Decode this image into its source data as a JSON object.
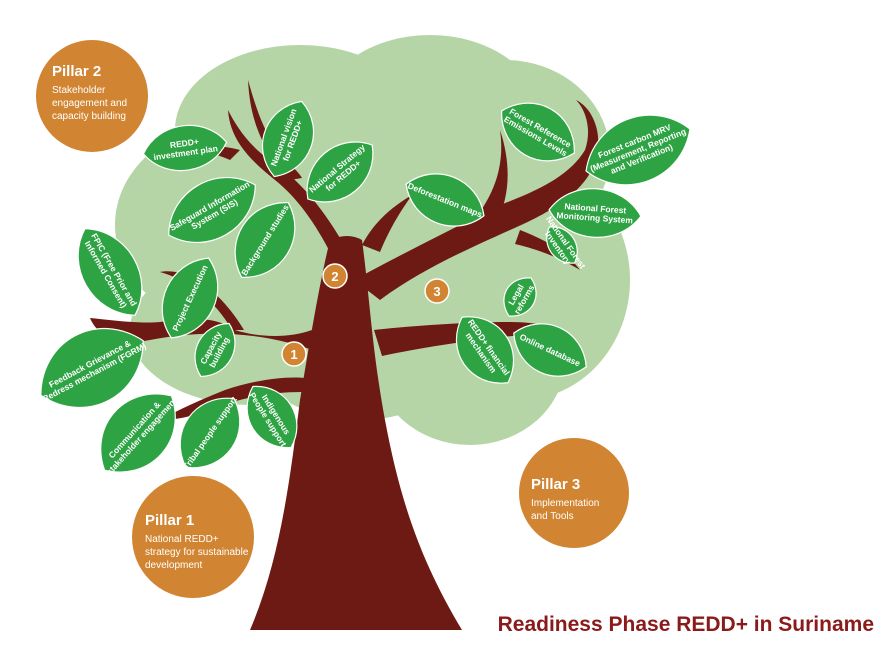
{
  "title": "Readiness Phase REDD+ in Suriname",
  "colors": {
    "crown": "#b5d5a6",
    "trunk": "#6e1a14",
    "leaf": "#2ea343",
    "leaf_edge": "#ffffff",
    "pillar": "#d18532",
    "title": "#8b1a1a"
  },
  "pillars": [
    {
      "title": "Pillar 2",
      "lines": [
        "Stakeholder",
        "engagement and",
        "capacity building"
      ]
    },
    {
      "title": "Pillar  1",
      "lines": [
        "National REDD+",
        "strategy for sustainable",
        "development"
      ]
    },
    {
      "title": "Pillar 3",
      "lines": [
        "Implementation",
        "and Tools"
      ]
    }
  ],
  "numbers": [
    "1",
    "2",
    "3"
  ],
  "leaves": [
    {
      "lines": [
        "REDD+",
        "investment plan"
      ]
    },
    {
      "lines": [
        "National vision",
        "for REDD+"
      ]
    },
    {
      "lines": [
        "National Strategy",
        "for REDD+"
      ]
    },
    {
      "lines": [
        "Safeguard Information",
        "System (SIS)"
      ]
    },
    {
      "lines": [
        "Background studies"
      ]
    },
    {
      "lines": [
        "FPIC (Free Prior and",
        "Informed Consent)"
      ]
    },
    {
      "lines": [
        "Project Execution"
      ]
    },
    {
      "lines": [
        "Capacity",
        "building"
      ]
    },
    {
      "lines": [
        "Feedback Grievance &",
        "Redress mechanism (FGRM)"
      ]
    },
    {
      "lines": [
        "Communication &",
        "stakeholder engagement"
      ]
    },
    {
      "lines": [
        "Tribal people support"
      ]
    },
    {
      "lines": [
        "Indigenous",
        "People support"
      ]
    },
    {
      "lines": [
        "Forest Reference",
        "Emissions Levels"
      ]
    },
    {
      "lines": [
        "Forest carbon MRV",
        "(Measurement, Reporting",
        "and Verification)"
      ]
    },
    {
      "lines": [
        "Deforestation maps"
      ]
    },
    {
      "lines": [
        "National Forest",
        "Monitoring System"
      ]
    },
    {
      "lines": [
        "National Forest",
        "Inventory"
      ]
    },
    {
      "lines": [
        "Legal",
        "reforms"
      ]
    },
    {
      "lines": [
        "REDD+ financial",
        "mechanism"
      ]
    },
    {
      "lines": [
        "Online database"
      ]
    }
  ]
}
